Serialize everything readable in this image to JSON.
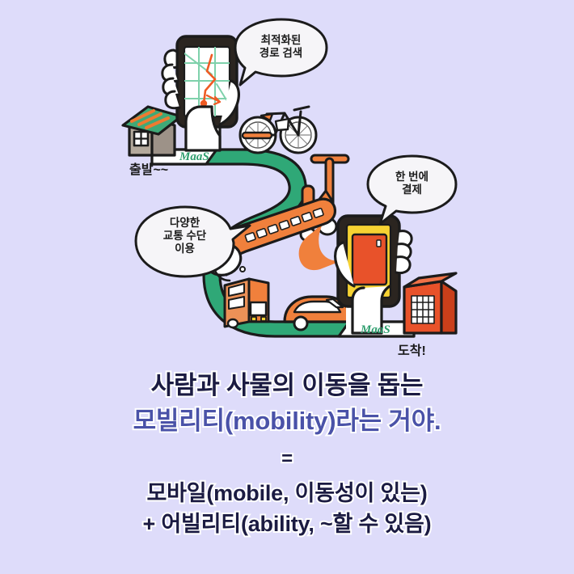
{
  "page": {
    "background_color": "#dedcfa",
    "title_alt": "MaaS 모빌리티 설명 인포그래픽"
  },
  "illustration": {
    "path_label_start": "MaaS",
    "path_label_end": "MaaS",
    "start_label": "출발~~",
    "end_label": "도착!",
    "colors": {
      "path_green": "#2fa877",
      "vehicle_orange": "#f0803c",
      "outline": "#1b1b1b",
      "phone_body": "#2b2520",
      "phone_screen_map": "#ffffff",
      "map_grid": "#7fd1ab",
      "map_route": "#ef5a23",
      "payment_screen": "#f6d232",
      "payment_card": "#e8522a",
      "house_wall": "#b3a99c",
      "house_roof_green": "#3fa977",
      "house_roof_orange": "#ef7a30",
      "building": "#e8522a",
      "skin_white": "#ffffff"
    },
    "speech_bubbles": [
      {
        "id": "route",
        "lines": [
          "최적화된",
          "경로 검색"
        ]
      },
      {
        "id": "payment",
        "lines": [
          "한 번에",
          "결제"
        ]
      },
      {
        "id": "modes",
        "lines": [
          "다양한",
          "교통 수단",
          "이용"
        ]
      }
    ],
    "vehicles": [
      "bicycle",
      "kick-scooter",
      "train",
      "bus",
      "car"
    ],
    "icons": [
      "phone-map-icon",
      "phone-payment-icon",
      "house-icon",
      "building-icon"
    ]
  },
  "caption": {
    "line1": "사람과 사물의 이동을 돕는",
    "line2": "모빌리티(mobility)라는 거야.",
    "equals": "=",
    "line3": "모바일(mobile, 이동성이 있는)",
    "line4": "+ 어빌리티(ability, ~할 수 있음)",
    "accent_color": "#4a52a8",
    "text_color": "#1b1b42"
  }
}
